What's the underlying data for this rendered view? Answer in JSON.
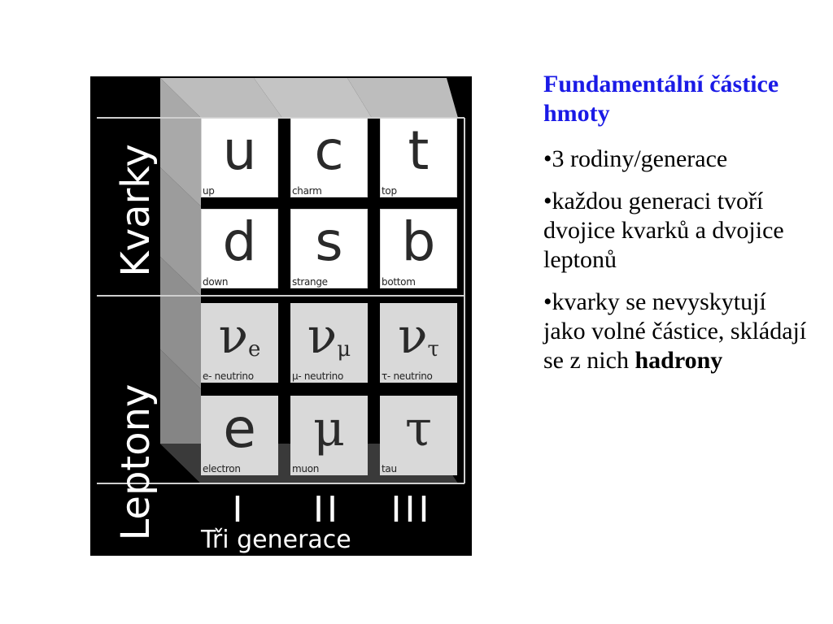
{
  "figure": {
    "quarks_label": "Kvarky",
    "leptons_label": "Leptony",
    "caption": "Tři generace",
    "generations": [
      "I",
      "II",
      "III"
    ],
    "cells": [
      {
        "symbol": "u",
        "sub": "",
        "name": "up",
        "group": "quark"
      },
      {
        "symbol": "c",
        "sub": "",
        "name": "charm",
        "group": "quark"
      },
      {
        "symbol": "t",
        "sub": "",
        "name": "top",
        "group": "quark"
      },
      {
        "symbol": "d",
        "sub": "",
        "name": "down",
        "group": "quark"
      },
      {
        "symbol": "s",
        "sub": "",
        "name": "strange",
        "group": "quark"
      },
      {
        "symbol": "b",
        "sub": "",
        "name": "bottom",
        "group": "quark"
      },
      {
        "symbol": "ν",
        "sub": "e",
        "name": "e- neutrino",
        "group": "lepton"
      },
      {
        "symbol": "ν",
        "sub": "μ",
        "name": "μ- neutrino",
        "group": "lepton"
      },
      {
        "symbol": "ν",
        "sub": "τ",
        "name": "τ- neutrino",
        "group": "lepton"
      },
      {
        "symbol": "e",
        "sub": "",
        "name": "electron",
        "group": "lepton"
      },
      {
        "symbol": "μ",
        "sub": "",
        "name": "muon",
        "group": "lepton"
      },
      {
        "symbol": "τ",
        "sub": "",
        "name": "tau",
        "group": "lepton"
      }
    ]
  },
  "text": {
    "title": "Fundamentální částice hmoty",
    "bullet1": "•3 rodiny/generace",
    "bullet2": "•každou generaci tvoří dvojice kvarků a dvojice leptonů",
    "bullet3": "•kvarky se nevyskytují jako volné částice, skládají se z nich ",
    "bullet3_bold": "hadrony"
  },
  "colors": {
    "title": "#1a1ae6",
    "figure_bg": "#000000",
    "quark_cell": "#ffffff",
    "lepton_cell": "#d9d9d9"
  }
}
